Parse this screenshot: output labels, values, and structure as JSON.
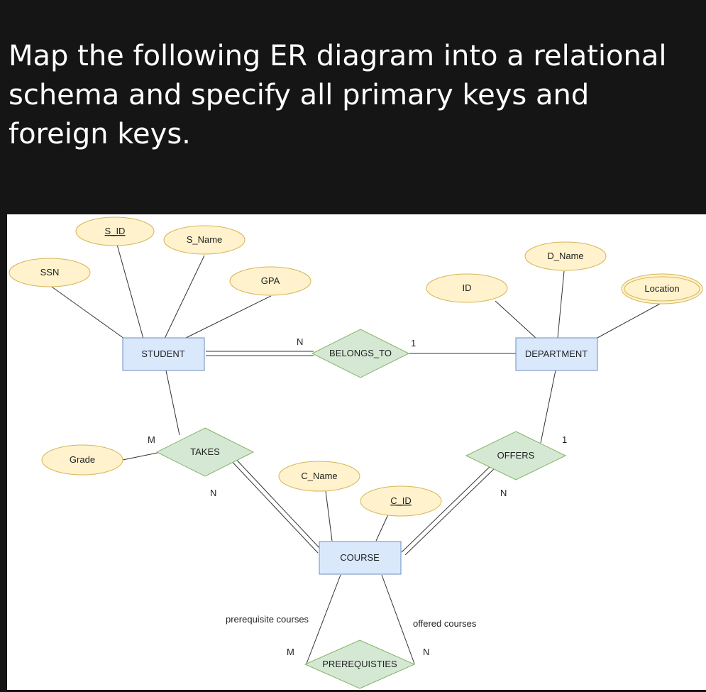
{
  "question": {
    "text": "Map the following ER diagram into a relational schema and specify all primary keys and foreign keys."
  },
  "colors": {
    "entity_fill": "#dae8fc",
    "entity_stroke": "#6c8ebf",
    "attribute_fill": "#fff2cc",
    "attribute_stroke": "#d6b656",
    "relationship_fill": "#d5e8d4",
    "relationship_stroke": "#82b366",
    "line": "#333333",
    "page_background": "#151515",
    "diagram_background": "#ffffff"
  },
  "diagram": {
    "entities": {
      "student": "STUDENT",
      "department": "DEPARTMENT",
      "course": "COURSE"
    },
    "relationships": {
      "belongs_to": "BELONGS_TO",
      "takes": "TAKES",
      "offers": "OFFERS",
      "prerequisties": "PREREQUISTIES"
    },
    "attributes": {
      "s_id": "S_ID",
      "s_name": "S_Name",
      "ssn": "SSN",
      "gpa": "GPA",
      "id": "ID",
      "d_name": "D_Name",
      "location": "Location",
      "grade": "Grade",
      "c_name": "C_Name",
      "c_id": "C_ID"
    },
    "cardinalities": {
      "belongs_to_student": "N",
      "belongs_to_department": "1",
      "takes_student": "M",
      "takes_course": "N",
      "offers_department": "1",
      "offers_course": "N",
      "prereq_left": "M",
      "prereq_right": "N"
    },
    "role_labels": {
      "prerequisite": "prerequisite courses",
      "offered": "offered courses"
    }
  }
}
